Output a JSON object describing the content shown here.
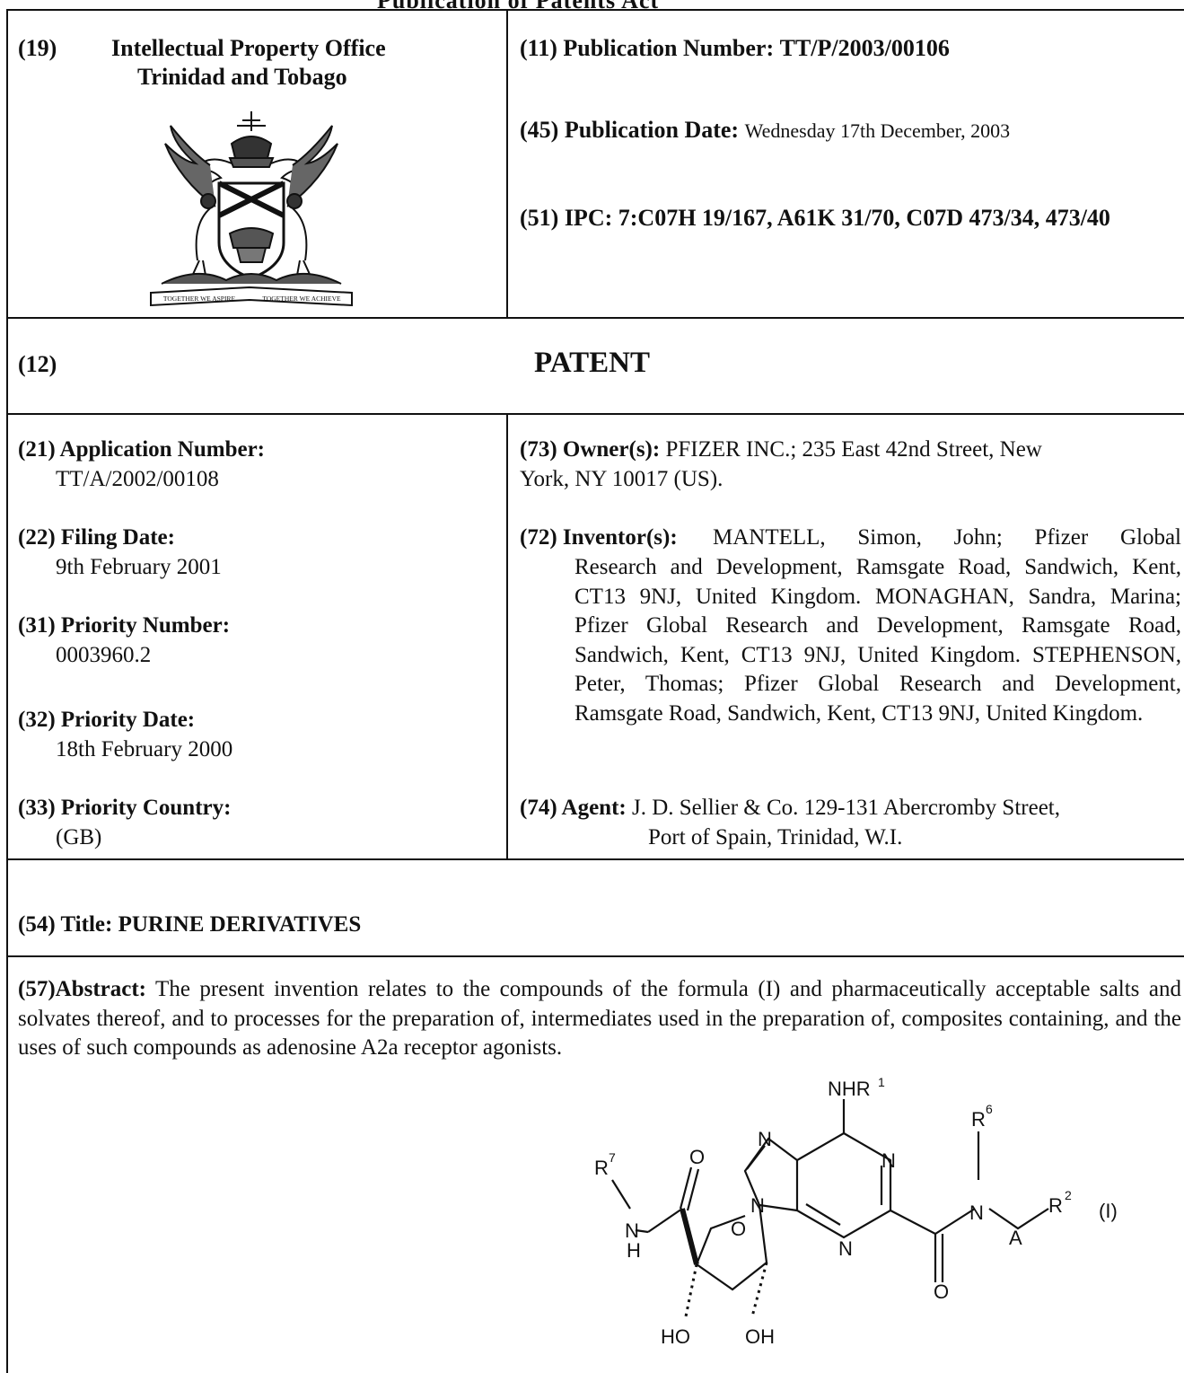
{
  "header_top": "Publication of Patents Act",
  "box19": {
    "code": "(19)",
    "line1": "Intellectual Property Office",
    "line2": "Trinidad and Tobago"
  },
  "coat_of_arms": {
    "motto_left": "TOGETHER WE ASPIRE",
    "motto_right": "TOGETHER WE ACHIEVE"
  },
  "box11": {
    "label": "(11)  Publication Number:",
    "value": "TT/P/2003/00106"
  },
  "box45": {
    "label": "(45)  Publication Date:",
    "value": "Wednesday 17th December, 2003"
  },
  "box51": {
    "label": "(51)  IPC:",
    "value": "7:C07H 19/167, A61K 31/70, C07D 473/34, 473/40"
  },
  "box12": {
    "code": "(12)",
    "title": "PATENT"
  },
  "box21": {
    "label": "(21) Application Number:",
    "value": "TT/A/2002/00108"
  },
  "box22": {
    "label": "(22) Filing Date:",
    "value": "9th February 2001"
  },
  "box31": {
    "label": "(31) Priority Number:",
    "value": "0003960.2"
  },
  "box32": {
    "label": "(32) Priority Date:",
    "value": "18th February 2000"
  },
  "box33": {
    "label": "(33) Priority Country:",
    "value": "(GB)"
  },
  "box73": {
    "label": "(73)  Owner(s):",
    "line1": " PFIZER INC.; 235 East 42nd Street, New",
    "line2": "York, NY 10017 (US)."
  },
  "box72": {
    "label": "(72)  Inventor(s):",
    "line1": "MANTELL, Simon, John; Pfizer Global",
    "rest": "Research and Development, Ramsgate Road, Sandwich, Kent, CT13 9NJ, United Kingdom. MONAGHAN, Sandra, Marina; Pfizer Global Research and Development, Ramsgate Road, Sandwich, Kent, CT13 9NJ, United Kingdom. STEPHENSON, Peter, Thomas; Pfizer Global Research and Development, Ramsgate Road, Sandwich, Kent, CT13 9NJ, United Kingdom."
  },
  "box74": {
    "label": "(74)  Agent:",
    "line1": " J. D. Sellier & Co. 129-131 Abercromby Street,",
    "line2": "Port of Spain, Trinidad, W.I."
  },
  "box54": {
    "label": "(54)  Title:",
    "value": "PURINE DERIVATIVES"
  },
  "box57": {
    "label": "(57)Abstract:",
    "text": " The present invention relates to the compounds of the formula (I) and pharmaceutically acceptable salts and solvates thereof, and to processes for the preparation of, intermediates used in the preparation of, composites containing, and the uses of such compounds as adenosine A2a receptor agonists."
  },
  "structure": {
    "nhr": "NHR",
    "nhr_sup": "1",
    "r7": "R",
    "r7_sup": "7",
    "r6": "R",
    "r6_sup": "6",
    "r2": "R",
    "r2_sup": "2",
    "n": "N",
    "h": "H",
    "o": "O",
    "a": "A",
    "ho": "HO",
    "oh": "OH",
    "formula_label": "(I)"
  }
}
